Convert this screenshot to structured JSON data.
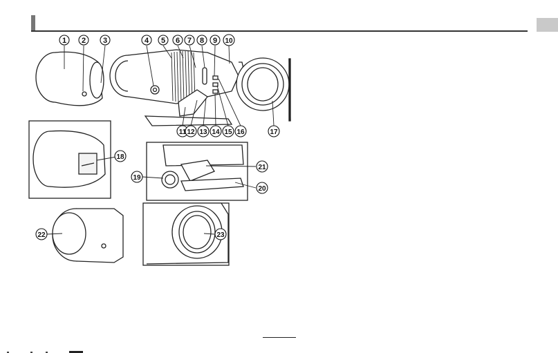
{
  "section": {
    "title": ""
  },
  "callouts": [
    "1",
    "2",
    "3",
    "4",
    "5",
    "6",
    "7",
    "8",
    "9",
    "10",
    "11",
    "12",
    "13",
    "14",
    "15",
    "16",
    "17",
    "18",
    "19",
    "20",
    "21",
    "22",
    "23"
  ]
}
